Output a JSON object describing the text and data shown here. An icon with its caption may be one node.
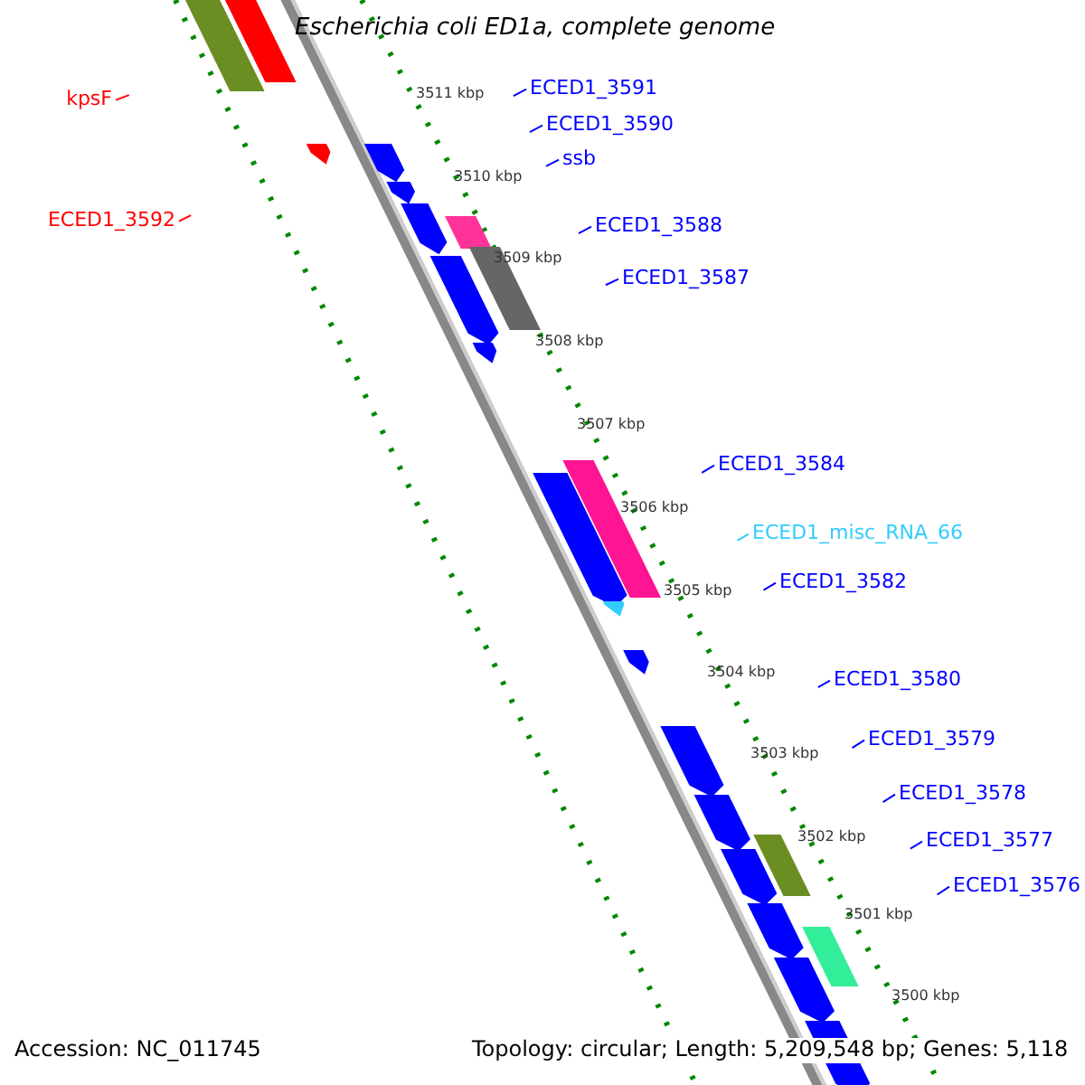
{
  "diagram": {
    "title": "Escherichia coli ED1a, complete genome",
    "nodes": [
      {
        "text": [
          "kpsF"
        ]
      },
      {
        "text": [
          "ECED1_3592"
        ]
      },
      {
        "text": [
          "ECED1_3591"
        ]
      },
      {
        "text": [
          "ECED1_3590"
        ]
      },
      {
        "text": [
          "ssb"
        ]
      },
      {
        "text": [
          "ECED1_3588"
        ]
      },
      {
        "text": [
          "ECED1_3587"
        ]
      },
      {
        "text": [
          "ECED1_3584"
        ]
      },
      {
        "text": [
          "ECED1_misc_RNA_66"
        ]
      },
      {
        "text": [
          "ECED1_3582"
        ]
      },
      {
        "text": [
          "ECED1_3580"
        ]
      },
      {
        "text": [
          "ECED1_3579"
        ]
      },
      {
        "text": [
          "ECED1_3578"
        ]
      },
      {
        "text": [
          "ECED1_3577"
        ]
      },
      {
        "text": [
          "ECED1_3576"
        ]
      }
    ],
    "edges": [
      {
        "from": 0,
        "to": null,
        "arrow": "none",
        "color": "#ff0000"
      },
      {
        "from": 1,
        "to": null,
        "arrow": "none",
        "color": "#ff0000"
      },
      {
        "from": 2,
        "to": null,
        "arrow": "none"
      },
      {
        "from": 3,
        "to": null,
        "arrow": "none"
      },
      {
        "from": 4,
        "to": null,
        "arrow": "none"
      },
      {
        "from": 5,
        "to": null,
        "arrow": "none"
      },
      {
        "from": 6,
        "to": null,
        "arrow": "none"
      },
      {
        "from": 7,
        "to": null,
        "arrow": "none"
      },
      {
        "from": 8,
        "to": null,
        "arrow": "none",
        "color": "#33ccff"
      },
      {
        "from": 9,
        "to": null,
        "arrow": "none"
      },
      {
        "from": 10,
        "to": null,
        "arrow": "none"
      },
      {
        "from": 11,
        "to": null,
        "arrow": "none"
      },
      {
        "from": 12,
        "to": null,
        "arrow": "none"
      },
      {
        "from": 13,
        "to": null,
        "arrow": "none"
      },
      {
        "from": 14,
        "to": null,
        "arrow": "none"
      }
    ],
    "labels": [
      "3511 kbp",
      "3510 kbp",
      "3509 kbp",
      "3508 kbp",
      "3507 kbp",
      "3506 kbp",
      "3505 kbp",
      "3504 kbp",
      "3503 kbp",
      "3502 kbp",
      "3501 kbp",
      "3500 kbp",
      "Accession: NC_011745",
      "Topology: circular; Length: 5,209,548 bp; Genes: 5,118"
    ]
  }
}
